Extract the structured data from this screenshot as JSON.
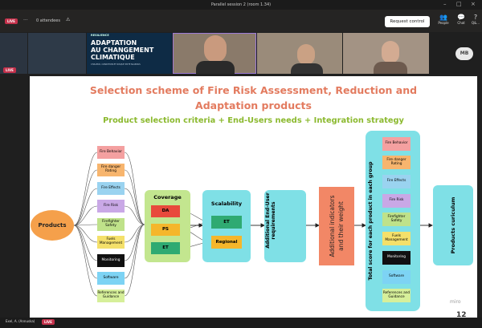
{
  "window": {
    "title": "Parallel session 2 (room 1.34)"
  },
  "toolbar": {
    "live": "LIVE",
    "attendees": "0 attendees",
    "request_control": "Request control",
    "people": "People",
    "chat": "Chat",
    "more": "Q&..."
  },
  "strip": {
    "banner_top": "RESILIENCE",
    "banner_title": [
      "ADAPTATION",
      "AU CHANGEMENT",
      "CLIMATIQUE"
    ],
    "banner_sub": "CHALEUR, CONDITION ET RISQUE POTE NAUMAIS",
    "live": "LIVE",
    "avatar_initials": "MB"
  },
  "slide": {
    "title_line1": "Selection  scheme of Fire Risk Assessment, Reduction and",
    "title_line2": "Adaptation products",
    "subtitle": "Product selection criteria  + End-Users needs + Integration strategy",
    "products": "Products",
    "left_items": [
      "Fire Behavior",
      "Fire danger Rating",
      "Fire Effects",
      "Fire Risk",
      "Firefighter Safety",
      "Fuels Management",
      "Monitoring",
      "Software",
      "References and Guidance"
    ],
    "coverage": {
      "label": "Coverage",
      "items": [
        "DA",
        "PS",
        "ET"
      ]
    },
    "scalability": {
      "label": "Scalability",
      "items": [
        "ET",
        "Regional"
      ]
    },
    "end_user": "Additional End-User requirements",
    "additional": "Additional indicators and their weight",
    "total_score": "Total score for each product in each group",
    "right_items": [
      "Fire Behavior",
      "Fire danger Rating",
      "Fire Effects",
      "Fire Risk",
      "Firefighter Safety",
      "Fuels Management",
      "Monitoring",
      "Software",
      "References and Guidance"
    ],
    "curriculum": "Products curiculum",
    "miro": "miro",
    "page": "12"
  },
  "bottom": {
    "name": "Exel, A. (Annuska)",
    "live": "LIVE"
  },
  "colors": {
    "fire_behavior": "#f4a0a0",
    "fire_danger": "#f7b56e",
    "fire_effects": "#9ad3f0",
    "fire_risk": "#c9a8e6",
    "firefighter": "#bfe28a",
    "fuels": "#f4e06a",
    "monitoring": "#111111",
    "software": "#7dd3f4",
    "references": "#d6ef9a",
    "coverage_card": "#c3e68f",
    "title": "#e37b5f",
    "subtitle": "#8bb92e"
  }
}
